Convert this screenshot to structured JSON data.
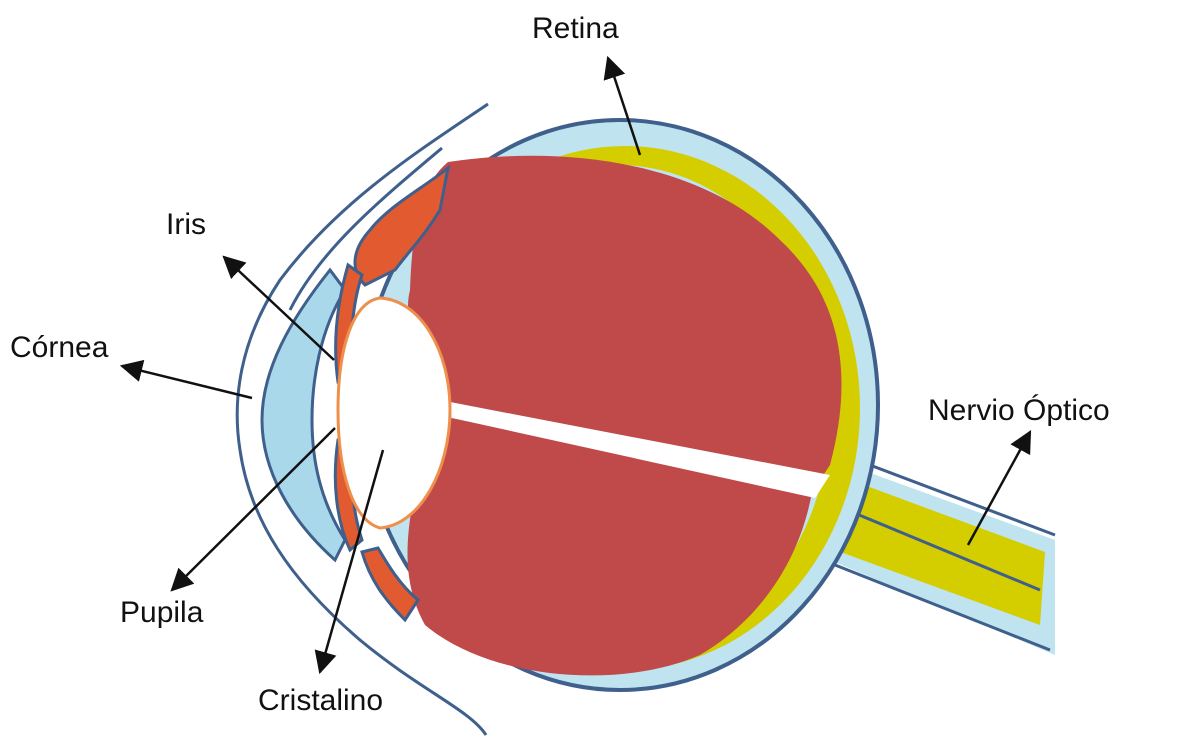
{
  "labels": {
    "retina": "Retina",
    "iris": "Iris",
    "cornea": "Córnea",
    "optic_nerve": "Nervio Óptico",
    "pupil": "Pupila",
    "lens": "Cristalino"
  },
  "colors": {
    "sclera_outline": "#3f5f8c",
    "choroid_blue": "#a8d8ea",
    "retina_yellow": "#d4cd00",
    "vitreous_red": "#c04a4a",
    "iris_orange": "#e25a2f",
    "lens_outline": "#ef8f4c",
    "arrow": "#111111"
  }
}
